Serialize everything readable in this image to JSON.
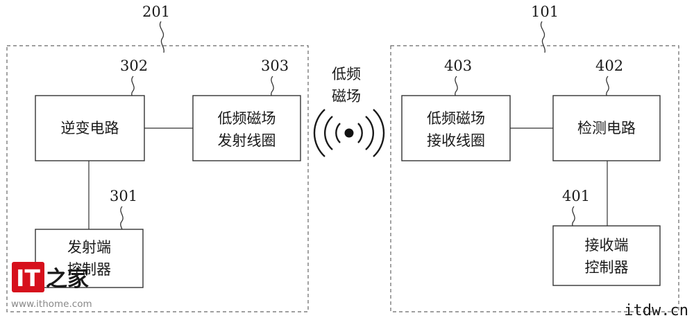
{
  "transmitter": {
    "ref": "201",
    "inverter": {
      "ref": "302",
      "label": "逆变电路"
    },
    "coil": {
      "ref": "303",
      "lines": [
        "低频磁场",
        "发射线圈"
      ]
    },
    "controller": {
      "ref": "301",
      "lines": [
        "发射端",
        "控制器"
      ]
    }
  },
  "receiver": {
    "ref": "101",
    "coil": {
      "ref": "403",
      "lines": [
        "低频磁场",
        "接收线圈"
      ]
    },
    "detector": {
      "ref": "402",
      "label": "检测电路"
    },
    "controller": {
      "ref": "401",
      "lines": [
        "接收端",
        "控制器"
      ]
    }
  },
  "field": {
    "lines": [
      "低频",
      "磁场"
    ],
    "icon": "wireless-signal-icon"
  },
  "watermark": {
    "logo_text": "IT之家",
    "url": "www.ithome.com",
    "corner_text": "itdw.cn",
    "accent": "#d6101c"
  }
}
